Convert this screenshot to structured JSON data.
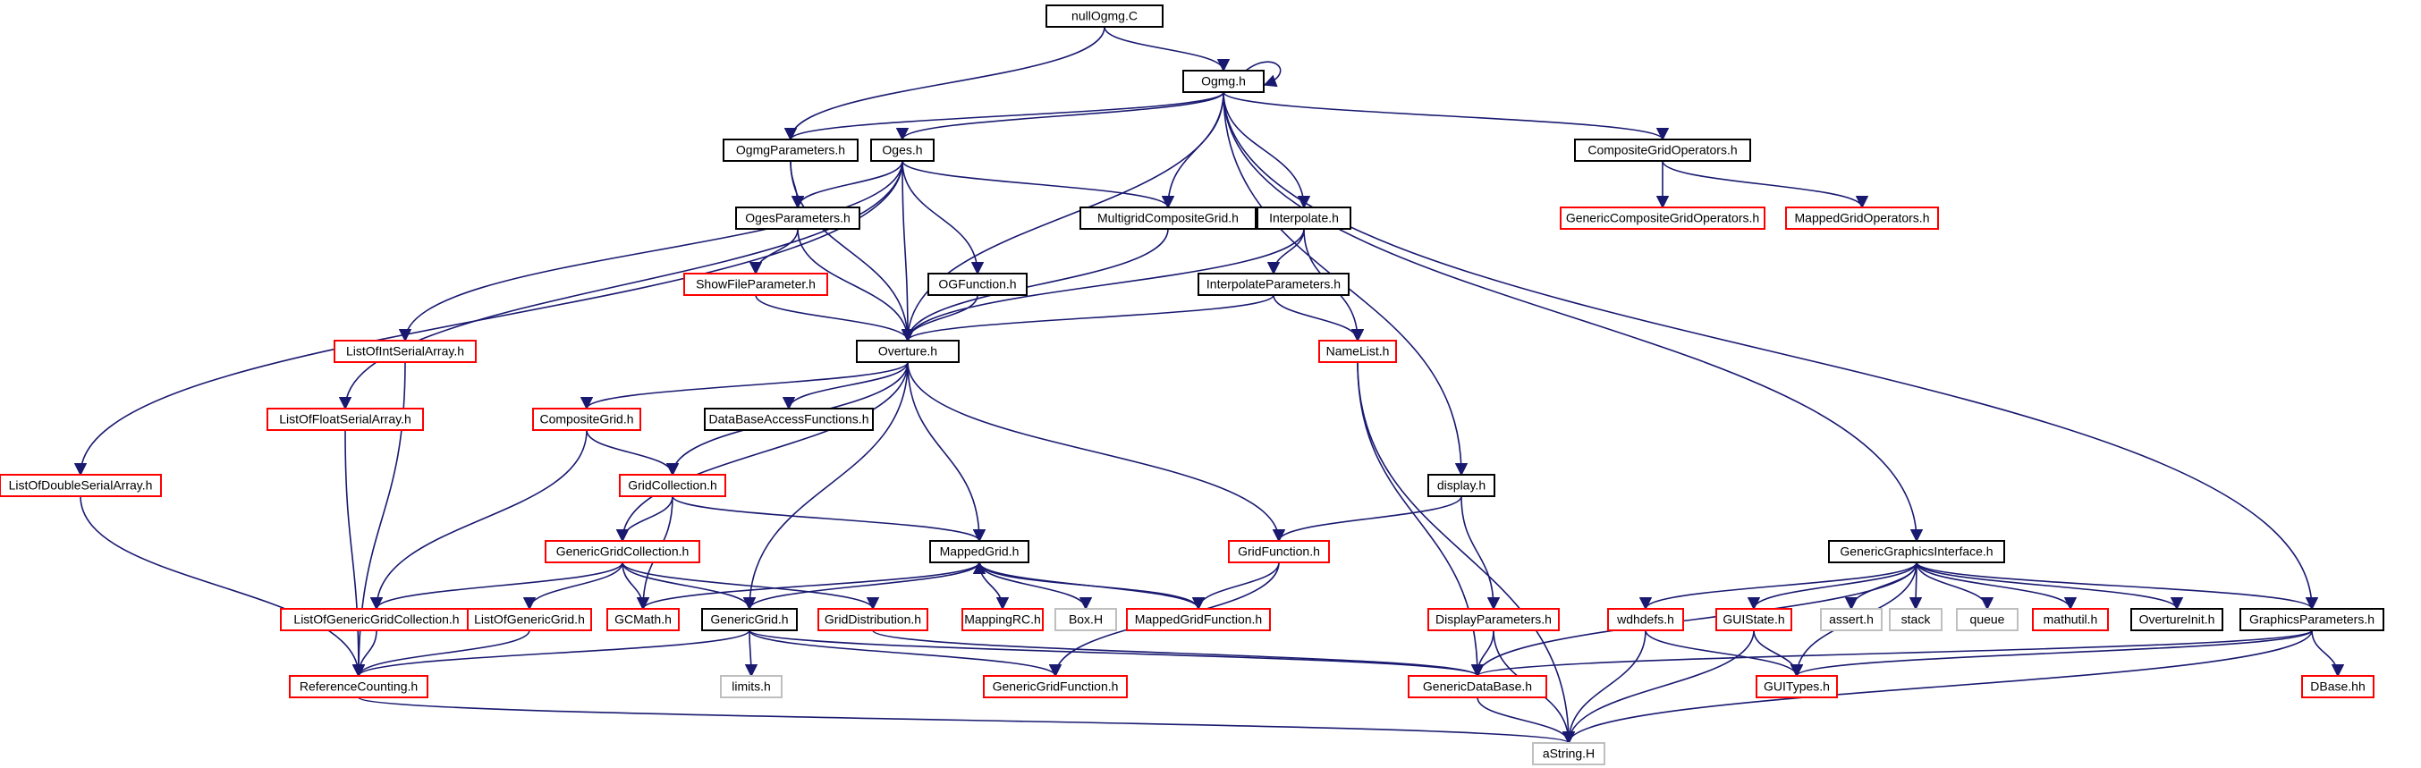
{
  "title": "nullOgmg.C",
  "colors": {
    "edge": "#191970",
    "root_fill": "#bfbfbf",
    "documented_border": "#000000",
    "incomplete_border": "#ff0000",
    "external_border": "#bfbfbf",
    "text": "#000000"
  },
  "nodes": [
    {
      "id": "nullOgmg",
      "label": "nullOgmg.C",
      "kind": "root"
    },
    {
      "id": "Ogmg",
      "label": "Ogmg.h",
      "kind": "documented"
    },
    {
      "id": "OgmgParameters",
      "label": "OgmgParameters.h",
      "kind": "documented"
    },
    {
      "id": "Oges",
      "label": "Oges.h",
      "kind": "documented"
    },
    {
      "id": "MultigridCompositeGrid",
      "label": "MultigridCompositeGrid.h",
      "kind": "documented"
    },
    {
      "id": "Interpolate",
      "label": "Interpolate.h",
      "kind": "documented"
    },
    {
      "id": "CompositeGridOperators",
      "label": "CompositeGridOperators.h",
      "kind": "documented"
    },
    {
      "id": "GenericCompositeGridOperators",
      "label": "GenericCompositeGridOperators.h",
      "kind": "incomplete"
    },
    {
      "id": "MappedGridOperators",
      "label": "MappedGridOperators.h",
      "kind": "incomplete"
    },
    {
      "id": "OgesParameters",
      "label": "OgesParameters.h",
      "kind": "documented"
    },
    {
      "id": "ShowFileParameter",
      "label": "ShowFileParameter.h",
      "kind": "incomplete"
    },
    {
      "id": "OGFunction",
      "label": "OGFunction.h",
      "kind": "documented"
    },
    {
      "id": "InterpolateParameters",
      "label": "InterpolateParameters.h",
      "kind": "documented"
    },
    {
      "id": "ListOfIntSerialArray",
      "label": "ListOfIntSerialArray.h",
      "kind": "incomplete"
    },
    {
      "id": "Overture",
      "label": "Overture.h",
      "kind": "documented"
    },
    {
      "id": "NameList",
      "label": "NameList.h",
      "kind": "incomplete"
    },
    {
      "id": "ListOfFloatSerialArray",
      "label": "ListOfFloatSerialArray.h",
      "kind": "incomplete"
    },
    {
      "id": "CompositeGrid",
      "label": "CompositeGrid.h",
      "kind": "incomplete"
    },
    {
      "id": "DataBaseAccessFunctions",
      "label": "DataBaseAccessFunctions.h",
      "kind": "documented"
    },
    {
      "id": "ListOfDoubleSerialArray",
      "label": "ListOfDoubleSerialArray.h",
      "kind": "incomplete"
    },
    {
      "id": "GridCollection",
      "label": "GridCollection.h",
      "kind": "incomplete"
    },
    {
      "id": "display",
      "label": "display.h",
      "kind": "documented"
    },
    {
      "id": "GenericGridCollection",
      "label": "GenericGridCollection.h",
      "kind": "incomplete"
    },
    {
      "id": "MappedGrid",
      "label": "MappedGrid.h",
      "kind": "documented"
    },
    {
      "id": "GridFunction",
      "label": "GridFunction.h",
      "kind": "incomplete"
    },
    {
      "id": "GenericGraphicsInterface",
      "label": "GenericGraphicsInterface.h",
      "kind": "documented"
    },
    {
      "id": "ListOfGenericGridCollection",
      "label": "ListOfGenericGridCollection.h",
      "kind": "incomplete"
    },
    {
      "id": "ListOfGenericGrid",
      "label": "ListOfGenericGrid.h",
      "kind": "incomplete"
    },
    {
      "id": "GCMath",
      "label": "GCMath.h",
      "kind": "incomplete"
    },
    {
      "id": "GenericGrid",
      "label": "GenericGrid.h",
      "kind": "documented"
    },
    {
      "id": "GridDistribution",
      "label": "GridDistribution.h",
      "kind": "incomplete"
    },
    {
      "id": "MappingRC",
      "label": "MappingRC.h",
      "kind": "incomplete"
    },
    {
      "id": "BoxH",
      "label": "Box.H",
      "kind": "external"
    },
    {
      "id": "MappedGridFunction",
      "label": "MappedGridFunction.h",
      "kind": "incomplete"
    },
    {
      "id": "DisplayParameters",
      "label": "DisplayParameters.h",
      "kind": "incomplete"
    },
    {
      "id": "wdhdefs",
      "label": "wdhdefs.h",
      "kind": "incomplete"
    },
    {
      "id": "GUIState",
      "label": "GUIState.h",
      "kind": "incomplete"
    },
    {
      "id": "assert",
      "label": "assert.h",
      "kind": "external"
    },
    {
      "id": "stack",
      "label": "stack",
      "kind": "external"
    },
    {
      "id": "queue",
      "label": "queue",
      "kind": "external"
    },
    {
      "id": "mathutil",
      "label": "mathutil.h",
      "kind": "incomplete"
    },
    {
      "id": "OvertureInit",
      "label": "OvertureInit.h",
      "kind": "documented"
    },
    {
      "id": "GraphicsParameters",
      "label": "GraphicsParameters.h",
      "kind": "documented"
    },
    {
      "id": "ReferenceCounting",
      "label": "ReferenceCounting.h",
      "kind": "incomplete"
    },
    {
      "id": "limits",
      "label": "limits.h",
      "kind": "external"
    },
    {
      "id": "GenericGridFunction",
      "label": "GenericGridFunction.h",
      "kind": "incomplete"
    },
    {
      "id": "GenericDataBase",
      "label": "GenericDataBase.h",
      "kind": "incomplete"
    },
    {
      "id": "GUITypes",
      "label": "GUITypes.h",
      "kind": "incomplete"
    },
    {
      "id": "DBase",
      "label": "DBase.hh",
      "kind": "incomplete"
    },
    {
      "id": "aString",
      "label": "aString.H",
      "kind": "external"
    }
  ],
  "edges": [
    [
      "nullOgmg",
      "Ogmg"
    ],
    [
      "nullOgmg",
      "OgmgParameters"
    ],
    [
      "Ogmg",
      "Ogmg"
    ],
    [
      "Ogmg",
      "OgmgParameters"
    ],
    [
      "Ogmg",
      "Oges"
    ],
    [
      "Ogmg",
      "MultigridCompositeGrid"
    ],
    [
      "Ogmg",
      "Interpolate"
    ],
    [
      "Ogmg",
      "CompositeGridOperators"
    ],
    [
      "Ogmg",
      "Overture"
    ],
    [
      "Ogmg",
      "display"
    ],
    [
      "Ogmg",
      "GenericGraphicsInterface"
    ],
    [
      "Ogmg",
      "GraphicsParameters"
    ],
    [
      "OgmgParameters",
      "OgesParameters"
    ],
    [
      "OgmgParameters",
      "Overture"
    ],
    [
      "Oges",
      "OgesParameters"
    ],
    [
      "Oges",
      "MultigridCompositeGrid"
    ],
    [
      "Oges",
      "OGFunction"
    ],
    [
      "Oges",
      "Overture"
    ],
    [
      "Oges",
      "ListOfIntSerialArray"
    ],
    [
      "Oges",
      "ListOfFloatSerialArray"
    ],
    [
      "Oges",
      "ListOfDoubleSerialArray"
    ],
    [
      "CompositeGridOperators",
      "GenericCompositeGridOperators"
    ],
    [
      "CompositeGridOperators",
      "MappedGridOperators"
    ],
    [
      "OgesParameters",
      "ShowFileParameter"
    ],
    [
      "OgesParameters",
      "Overture"
    ],
    [
      "ShowFileParameter",
      "Overture"
    ],
    [
      "OGFunction",
      "Overture"
    ],
    [
      "MultigridCompositeGrid",
      "Overture"
    ],
    [
      "Interpolate",
      "InterpolateParameters"
    ],
    [
      "Interpolate",
      "Overture"
    ],
    [
      "Interpolate",
      "NameList"
    ],
    [
      "InterpolateParameters",
      "Overture"
    ],
    [
      "InterpolateParameters",
      "NameList"
    ],
    [
      "Overture",
      "CompositeGrid"
    ],
    [
      "Overture",
      "DataBaseAccessFunctions"
    ],
    [
      "Overture",
      "GridCollection"
    ],
    [
      "Overture",
      "GenericGridCollection"
    ],
    [
      "Overture",
      "MappedGrid"
    ],
    [
      "Overture",
      "GridFunction"
    ],
    [
      "Overture",
      "GenericGrid"
    ],
    [
      "CompositeGrid",
      "GridCollection"
    ],
    [
      "CompositeGrid",
      "ListOfGenericGridCollection"
    ],
    [
      "GridCollection",
      "GenericGridCollection"
    ],
    [
      "GridCollection",
      "MappedGrid"
    ],
    [
      "GridCollection",
      "GCMath"
    ],
    [
      "GenericGridCollection",
      "ListOfGenericGridCollection"
    ],
    [
      "GenericGridCollection",
      "ListOfGenericGrid"
    ],
    [
      "GenericGridCollection",
      "GCMath"
    ],
    [
      "GenericGridCollection",
      "GenericGrid"
    ],
    [
      "GenericGridCollection",
      "GridDistribution"
    ],
    [
      "MappedGrid",
      "GCMath"
    ],
    [
      "MappedGrid",
      "GenericGrid"
    ],
    [
      "MappedGrid",
      "MappingRC"
    ],
    [
      "MappedGrid",
      "BoxH"
    ],
    [
      "MappedGrid",
      "MappedGridFunction"
    ],
    [
      "MappedGridFunction",
      "MappedGrid"
    ],
    [
      "GridFunction",
      "MappedGridFunction"
    ],
    [
      "GridFunction",
      "GenericGridFunction"
    ],
    [
      "display",
      "GridFunction"
    ],
    [
      "display",
      "DisplayParameters"
    ],
    [
      "ListOfIntSerialArray",
      "ReferenceCounting"
    ],
    [
      "ListOfFloatSerialArray",
      "ReferenceCounting"
    ],
    [
      "ListOfDoubleSerialArray",
      "ReferenceCounting"
    ],
    [
      "ListOfGenericGridCollection",
      "ReferenceCounting"
    ],
    [
      "ListOfGenericGrid",
      "ReferenceCounting"
    ],
    [
      "GenericGrid",
      "ReferenceCounting"
    ],
    [
      "GenericGrid",
      "limits"
    ],
    [
      "GenericGrid",
      "GenericGridFunction"
    ],
    [
      "GenericGrid",
      "GenericDataBase"
    ],
    [
      "GridDistribution",
      "GenericDataBase"
    ],
    [
      "NameList",
      "GenericDataBase"
    ],
    [
      "NameList",
      "aString"
    ],
    [
      "DisplayParameters",
      "GenericDataBase"
    ],
    [
      "DisplayParameters",
      "aString"
    ],
    [
      "GenericGraphicsInterface",
      "GenericDataBase"
    ],
    [
      "GenericGraphicsInterface",
      "wdhdefs"
    ],
    [
      "GenericGraphicsInterface",
      "GUIState"
    ],
    [
      "GenericGraphicsInterface",
      "assert"
    ],
    [
      "GenericGraphicsInterface",
      "stack"
    ],
    [
      "GenericGraphicsInterface",
      "queue"
    ],
    [
      "GenericGraphicsInterface",
      "mathutil"
    ],
    [
      "GenericGraphicsInterface",
      "OvertureInit"
    ],
    [
      "GenericGraphicsInterface",
      "GraphicsParameters"
    ],
    [
      "GenericGraphicsInterface",
      "GUITypes"
    ],
    [
      "wdhdefs",
      "GUITypes"
    ],
    [
      "wdhdefs",
      "aString"
    ],
    [
      "GUIState",
      "GUITypes"
    ],
    [
      "GUIState",
      "aString"
    ],
    [
      "GraphicsParameters",
      "GenericDataBase"
    ],
    [
      "GraphicsParameters",
      "GUITypes"
    ],
    [
      "GraphicsParameters",
      "DBase"
    ],
    [
      "GraphicsParameters",
      "aString"
    ],
    [
      "GenericDataBase",
      "aString"
    ],
    [
      "ReferenceCounting",
      "aString"
    ]
  ]
}
